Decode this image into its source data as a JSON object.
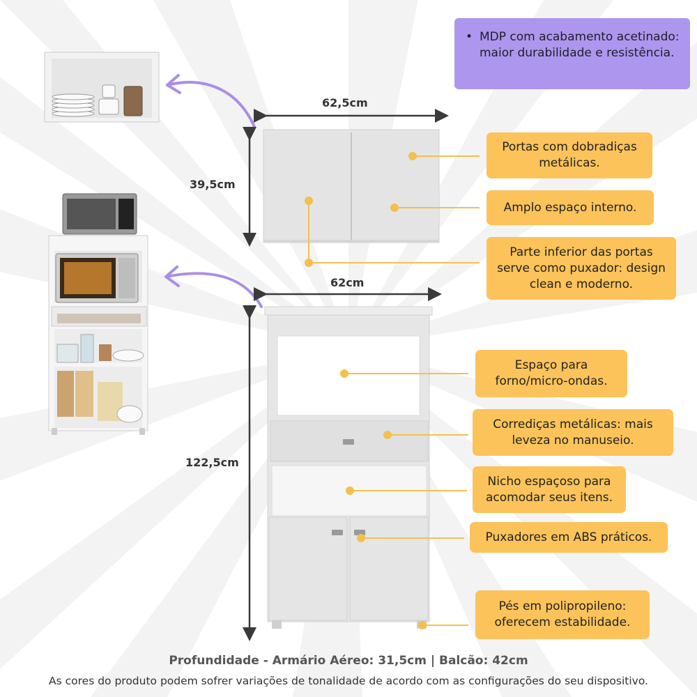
{
  "feature": {
    "bullet": "•",
    "text": "MDP com acabamento acetinado: maior durabilidade e resistência."
  },
  "dimensions": {
    "wall_width": "62,5cm",
    "wall_height": "39,5cm",
    "base_width": "62cm",
    "base_height": "122,5cm"
  },
  "callouts": [
    "Portas com dobradiças metálicas.",
    "Amplo espaço interno.",
    "Parte inferior das portas serve como puxador: design clean e moderno.",
    "Espaço para forno/micro-ondas.",
    "Corrediças metálicas: mais leveza no manuseio.",
    "Nicho espaçoso para acomodar seus itens.",
    "Puxadores em ABS práticos.",
    "Pés em polipropileno: oferecem estabilidade."
  ],
  "footer": {
    "depth": "Profundidade - Armário Aéreo: 31,5cm | Balcão: 42cm",
    "disclaimer": "As cores do produto podem sofrer variações de tonalidade de acordo com as configurações do seu dispositivo."
  },
  "colors": {
    "callout": "#fbc35a",
    "feature": "#ad96ee",
    "arrow_purple": "#a98ee6",
    "furniture": "#e3e3e3"
  }
}
